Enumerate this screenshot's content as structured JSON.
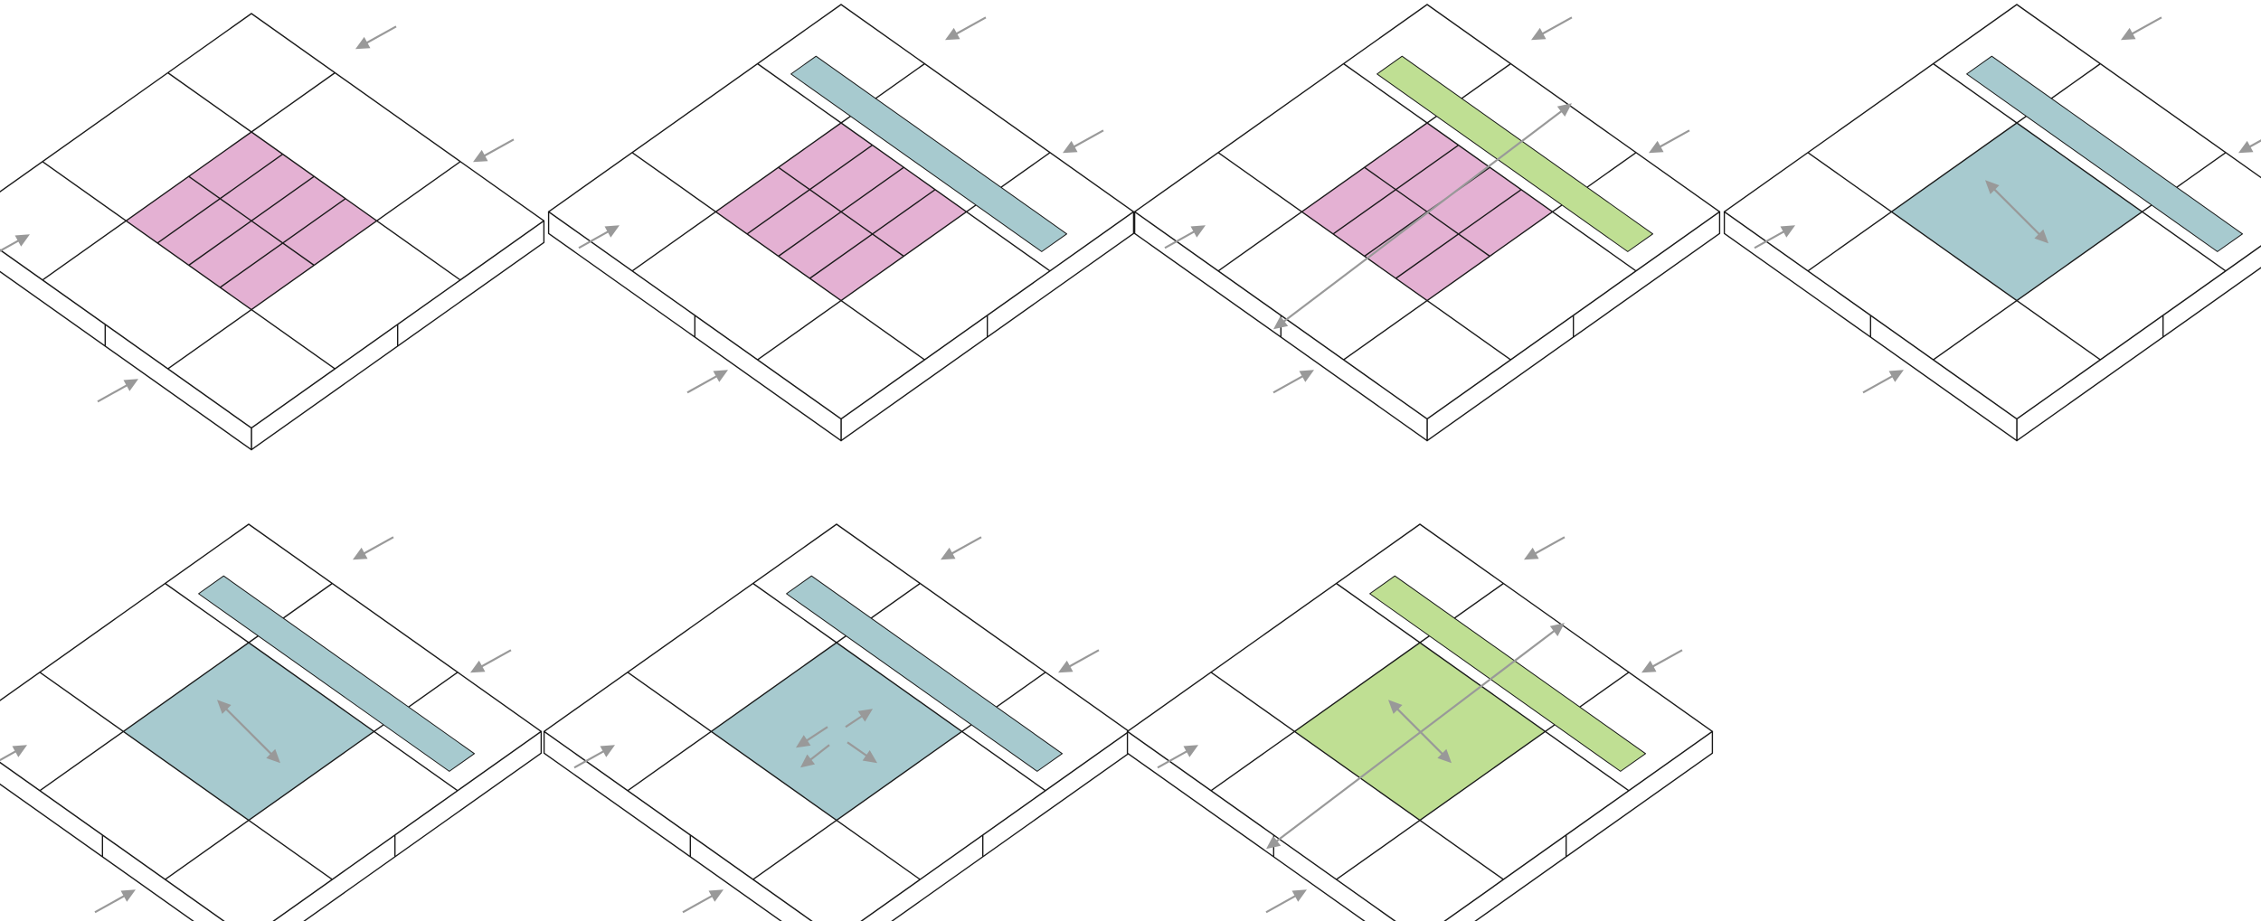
{
  "colors": {
    "background": "#ffffff",
    "outline": "#1a1a1a",
    "building": "#ffffff",
    "block_pink": "#e4b1d3",
    "courtyard_blue": "#a7cacf",
    "courtyard_green": "#bfdf93",
    "arrow": "#999999"
  },
  "panels": [
    {
      "id": "panel-1",
      "floor": "pink-blocks",
      "walkway": "none",
      "internal_arrows": "none",
      "through_arrow": false
    },
    {
      "id": "panel-2",
      "floor": "pink-blocks",
      "walkway": "blue-strip",
      "internal_arrows": "none",
      "through_arrow": false
    },
    {
      "id": "panel-3",
      "floor": "pink-blocks",
      "walkway": "green-strip",
      "internal_arrows": "none",
      "through_arrow": true
    },
    {
      "id": "panel-4",
      "floor": "blue-courtyard",
      "walkway": "blue-strip",
      "internal_arrows": "single",
      "through_arrow": false
    },
    {
      "id": "panel-5",
      "floor": "blue-courtyard",
      "walkway": "blue-strip",
      "internal_arrows": "single",
      "through_arrow": false
    },
    {
      "id": "panel-6",
      "floor": "blue-courtyard",
      "walkway": "blue-strip",
      "internal_arrows": "four",
      "through_arrow": false
    },
    {
      "id": "panel-7",
      "floor": "green-courtyard",
      "walkway": "green-strip",
      "internal_arrows": "single",
      "through_arrow": true
    }
  ],
  "icons": {
    "approach_arrow": "arrow-icon",
    "movement_arrow": "double-arrow-icon"
  }
}
